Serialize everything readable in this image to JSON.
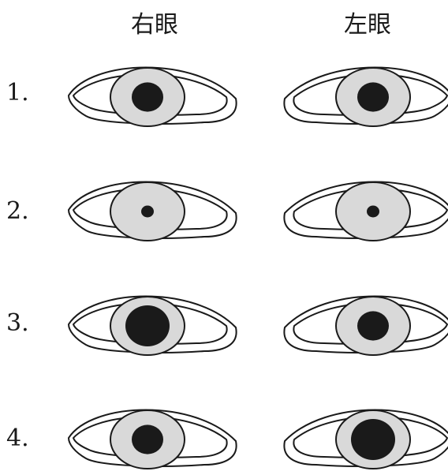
{
  "columns": {
    "right_eye": "右眼",
    "left_eye": "左眼"
  },
  "rows": [
    {
      "label": "1.",
      "right_pupil": "medium",
      "left_pupil": "medium"
    },
    {
      "label": "2.",
      "right_pupil": "pinpoint",
      "left_pupil": "pinpoint"
    },
    {
      "label": "3.",
      "right_pupil": "dilated",
      "left_pupil": "medium"
    },
    {
      "label": "4.",
      "right_pupil": "medium",
      "left_pupil": "dilated"
    }
  ],
  "colors": {
    "outline": "#1a1a1a",
    "iris": "#d9d9d9",
    "pupil": "#1a1a1a"
  }
}
